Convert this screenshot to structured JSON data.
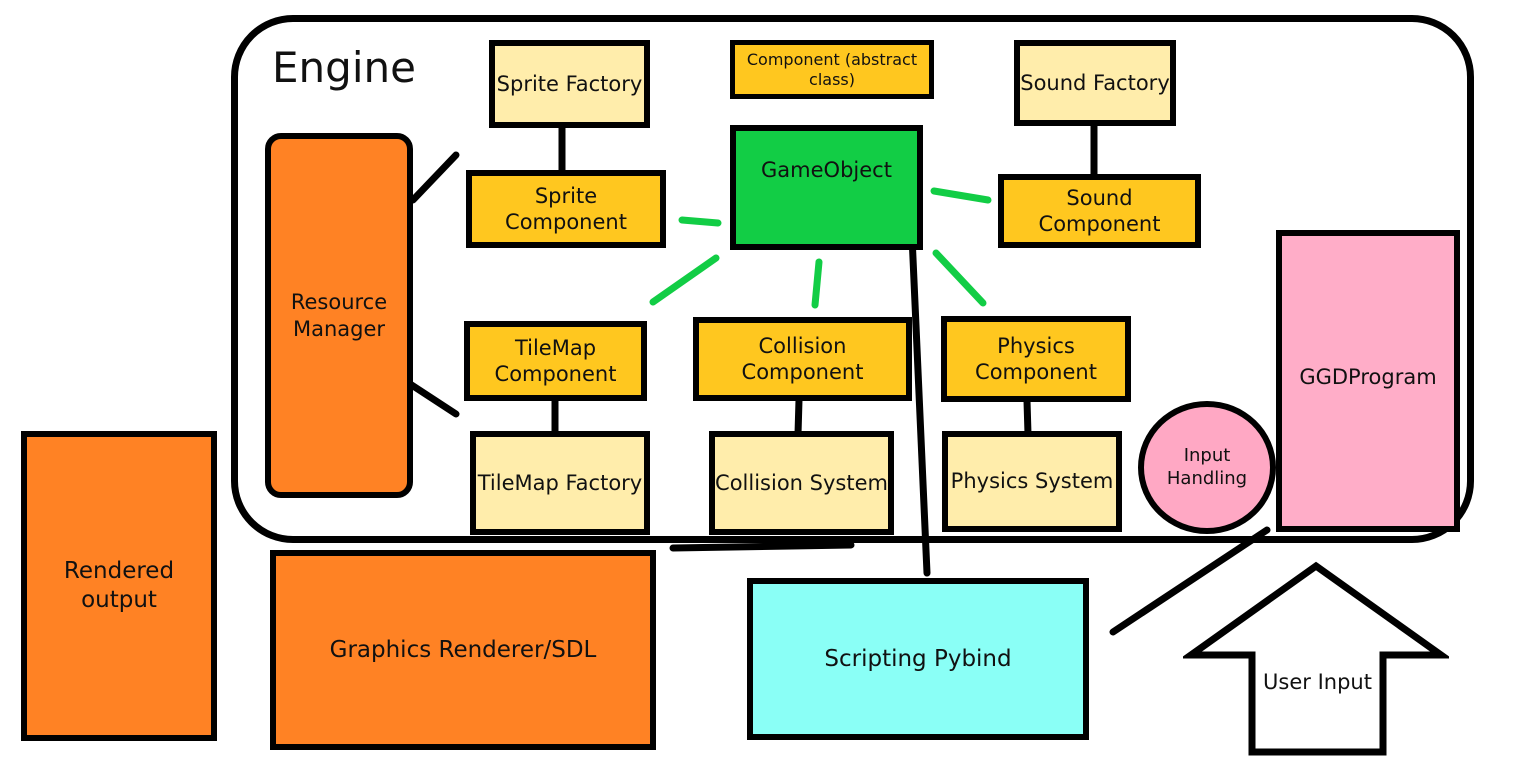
{
  "engine": {
    "title": "Engine"
  },
  "boxes": {
    "sprite_factory": "Sprite Factory",
    "component_abstract": "Component (abstract class)",
    "sound_factory": "Sound Factory",
    "resource_manager": "Resource Manager",
    "sprite_component": "Sprite Component",
    "gameobject": "GameObject",
    "sound_component": "Sound Component",
    "tilemap_component": "TileMap Component",
    "collision_component": "Collision Component",
    "physics_component": "Physics Component",
    "tilemap_factory": "TileMap Factory",
    "collision_system": "Collision System",
    "physics_system": "Physics System",
    "input_handling": "Input Handling",
    "ggdprogram": "GGDProgram",
    "rendered_output": "Rendered output",
    "graphics_renderer": "Graphics Renderer/SDL",
    "scripting": "Scripting Pybind",
    "user_input": "User Input"
  },
  "colors": {
    "factory": "#ffedab",
    "component": "#ffc71f",
    "gameobject": "#12cd45",
    "connector_green": "#12cd45",
    "orange": "#ff8224",
    "pink": "#ffadc8",
    "cyan": "#8afff6",
    "border": "#000000"
  }
}
